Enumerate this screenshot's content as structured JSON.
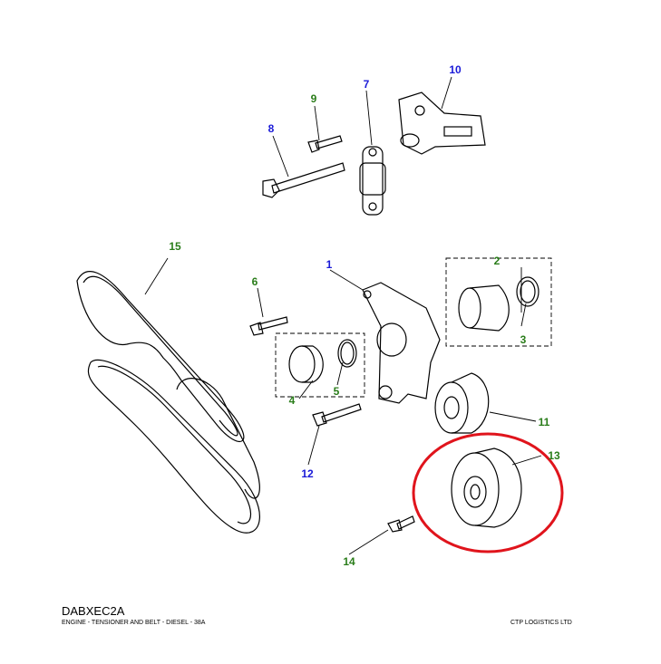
{
  "diagram_code": "DABXEC2A",
  "diagram_title": "ENGINE - TENSIONER AND BELT - DIESEL - 38A",
  "company": "CTP LOGISTICS LTD",
  "highlight_color": "#e0141c",
  "callouts": [
    {
      "num": "1",
      "color": "blue"
    },
    {
      "num": "2",
      "color": "green"
    },
    {
      "num": "3",
      "color": "green"
    },
    {
      "num": "4",
      "color": "green"
    },
    {
      "num": "5",
      "color": "green"
    },
    {
      "num": "6",
      "color": "green"
    },
    {
      "num": "7",
      "color": "blue"
    },
    {
      "num": "8",
      "color": "blue"
    },
    {
      "num": "9",
      "color": "green"
    },
    {
      "num": "10",
      "color": "blue"
    },
    {
      "num": "11",
      "color": "green"
    },
    {
      "num": "12",
      "color": "blue"
    },
    {
      "num": "13",
      "color": "green"
    },
    {
      "num": "14",
      "color": "green"
    },
    {
      "num": "15",
      "color": "green"
    }
  ]
}
